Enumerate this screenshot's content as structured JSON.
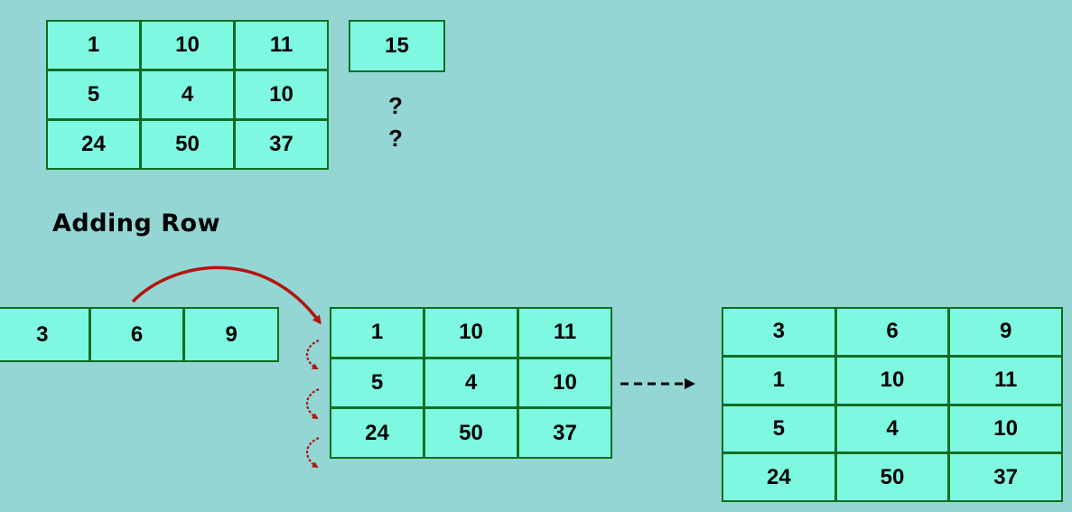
{
  "top_matrix": {
    "rows": [
      [
        "1",
        "10",
        "11"
      ],
      [
        "5",
        "4",
        "10"
      ],
      [
        "24",
        "50",
        "37"
      ]
    ]
  },
  "single_value": "15",
  "question_marks": [
    "?",
    "?"
  ],
  "heading": "Adding Row",
  "new_row": [
    "3",
    "6",
    "9"
  ],
  "original_matrix": {
    "rows": [
      [
        "1",
        "10",
        "11"
      ],
      [
        "5",
        "4",
        "10"
      ],
      [
        "24",
        "50",
        "37"
      ]
    ]
  },
  "result_matrix": {
    "rows": [
      [
        "3",
        "6",
        "9"
      ],
      [
        "1",
        "10",
        "11"
      ],
      [
        "5",
        "4",
        "10"
      ],
      [
        "24",
        "50",
        "37"
      ]
    ]
  },
  "colors": {
    "background": "#93d6d4",
    "cell_fill": "#7ff8e2",
    "cell_border": "#0f6e1e",
    "arrow_red": "#b3140f",
    "arrow_dashed": "#000000"
  }
}
